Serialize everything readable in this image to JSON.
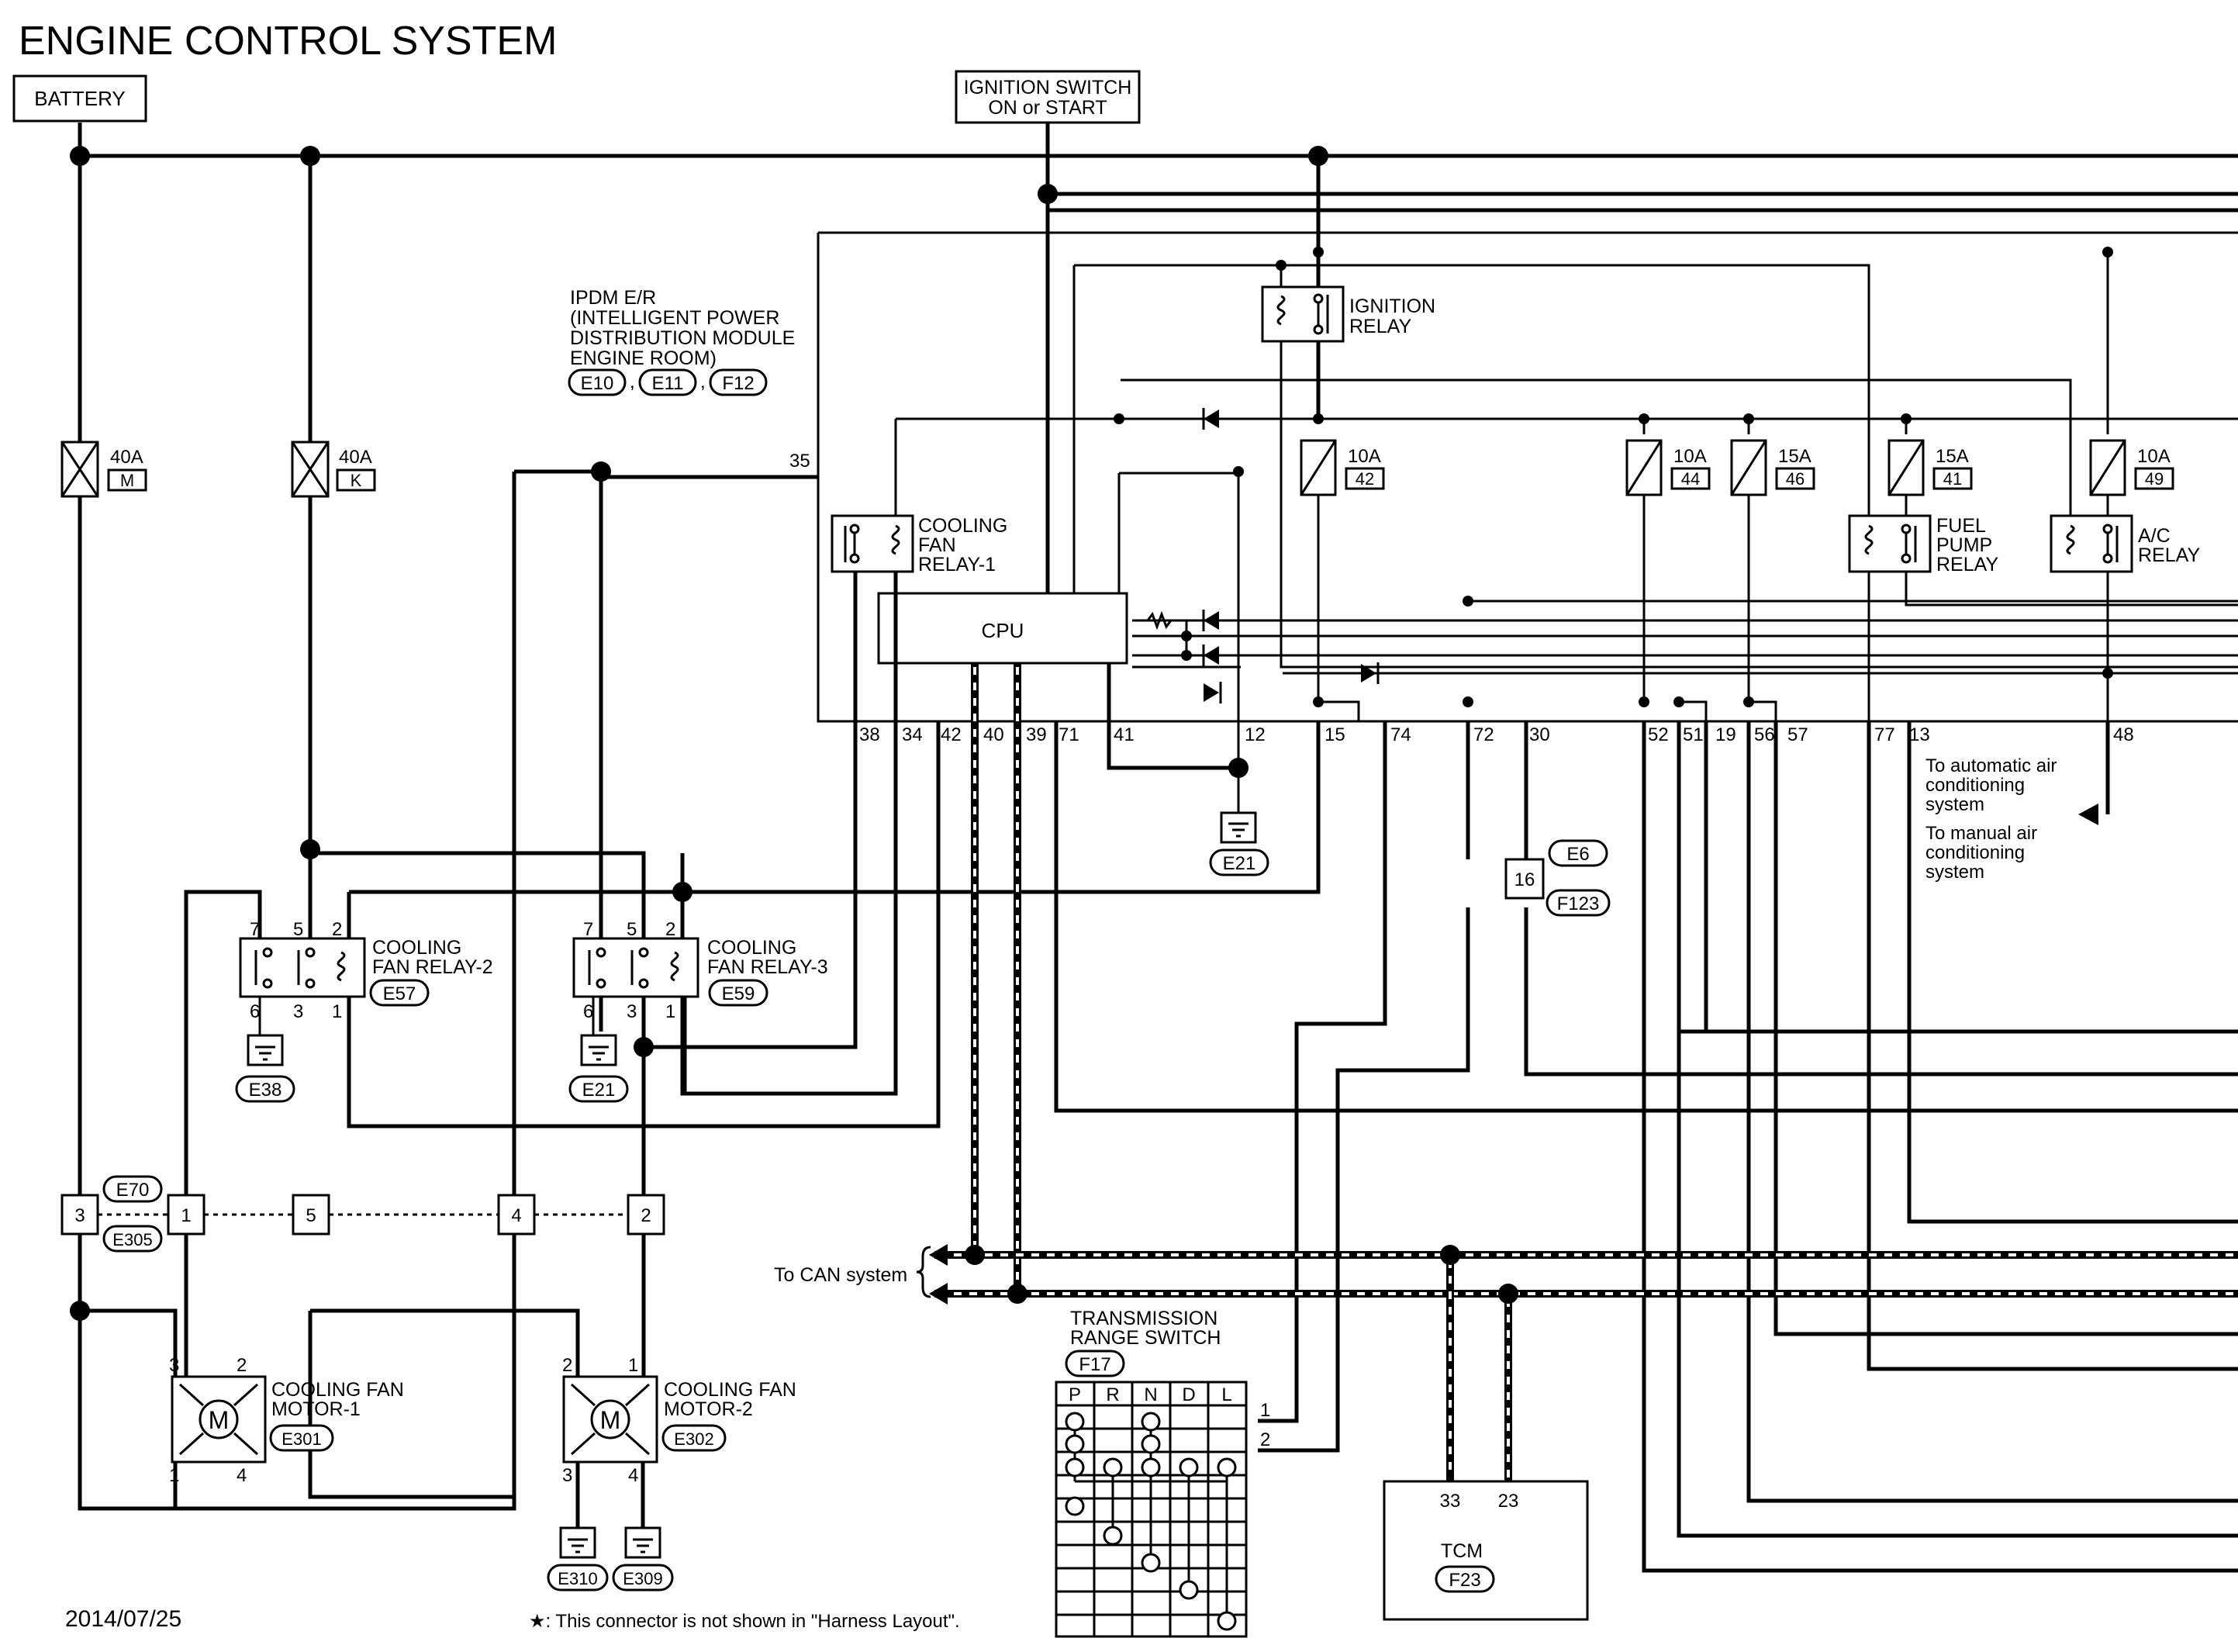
{
  "title": "ENGINE CONTROL SYSTEM",
  "date": "2014/07/25",
  "footnote": "★: This connector is not shown in \"Harness Layout\".",
  "battery": "BATTERY",
  "ignition_switch": [
    "IGNITION SWITCH",
    "ON or START"
  ],
  "ipdm": {
    "lines": [
      "IPDM E/R",
      "(INTELLIGENT POWER",
      " DISTRIBUTION MODULE",
      " ENGINE ROOM)"
    ],
    "connectors": [
      "E10",
      "E11",
      "F12"
    ],
    "cpu": "CPU"
  },
  "fuses": [
    {
      "amp": "40A",
      "id": "M"
    },
    {
      "amp": "40A",
      "id": "K"
    },
    {
      "amp": "10A",
      "id": "42"
    },
    {
      "amp": "10A",
      "id": "44"
    },
    {
      "amp": "15A",
      "id": "46"
    },
    {
      "amp": "15A",
      "id": "41"
    },
    {
      "amp": "10A",
      "id": "49"
    }
  ],
  "relays": {
    "ignition": [
      "IGNITION",
      "RELAY"
    ],
    "cooling_fan_1": [
      "COOLING",
      "FAN",
      "RELAY-1"
    ],
    "fuel_pump": [
      "FUEL",
      "PUMP",
      "RELAY"
    ],
    "ac": [
      "A/C",
      "RELAY"
    ],
    "cooling_fan_2": {
      "lines": [
        "COOLING",
        "FAN RELAY-2"
      ],
      "conn": "E57",
      "pins": [
        "7",
        "5",
        "2",
        "6",
        "3",
        "1"
      ],
      "ground": "E38"
    },
    "cooling_fan_3": {
      "lines": [
        "COOLING",
        "FAN RELAY-3"
      ],
      "conn": "E59",
      "pins": [
        "7",
        "5",
        "2",
        "6",
        "3",
        "1"
      ],
      "ground": "E21"
    }
  },
  "ipdm_terminals": [
    "35",
    "38",
    "34",
    "42",
    "40",
    "39",
    "71",
    "41",
    "12",
    "15",
    "74",
    "72",
    "30",
    "52",
    "51",
    "19",
    "56",
    "57",
    "77",
    "13",
    "48"
  ],
  "ground_e21": "E21",
  "ac_note": [
    "To automatic air",
    "conditioning",
    "system",
    "To manual air",
    "conditioning",
    "system"
  ],
  "e6": {
    "conn_top": "E6",
    "pin": "16",
    "conn_bottom": "F123"
  },
  "joint": {
    "conn_top": "E70",
    "conn_bottom": "E305",
    "pins": [
      "3",
      "1",
      "5",
      "4",
      "2"
    ]
  },
  "can": "To CAN system",
  "motors": {
    "motor1": {
      "lines": [
        "COOLING FAN",
        "MOTOR-1"
      ],
      "conn": "E301",
      "pins": [
        "3",
        "2",
        "1",
        "4"
      ]
    },
    "motor2": {
      "lines": [
        "COOLING FAN",
        "MOTOR-2"
      ],
      "conn": "E302",
      "pins": [
        "2",
        "1",
        "3",
        "4"
      ],
      "grounds": [
        "E310",
        "E309"
      ]
    }
  },
  "motor_symbol": "M",
  "trs": {
    "lines": [
      "TRANSMISSION",
      "RANGE SWITCH"
    ],
    "conn": "F17",
    "positions": [
      "P",
      "R",
      "N",
      "D",
      "L"
    ],
    "pins": [
      "1",
      "2"
    ]
  },
  "tcm": {
    "label": "TCM",
    "conn": "F23",
    "pins": [
      "33",
      "23"
    ]
  }
}
